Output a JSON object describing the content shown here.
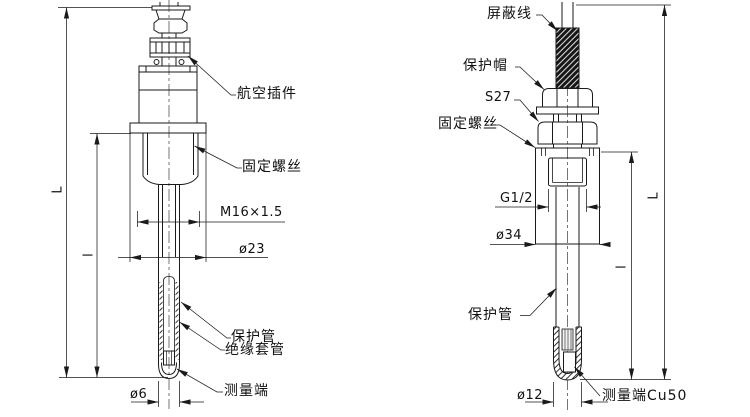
{
  "drawing": {
    "background": "#ffffff",
    "line_color": "#1a1a1a"
  },
  "left_view": {
    "callouts": {
      "aviation_connector": "航空插件",
      "fixing_screw": "固定螺丝",
      "protection_tube": "保护管",
      "insulation_sleeve": "绝缘套管",
      "measuring_end": "测量端"
    },
    "dimensions": {
      "thread": "M16×1.5",
      "body_diameter": "ø23",
      "probe_diameter": "ø6",
      "total_length": "L",
      "insert_length": "l"
    }
  },
  "right_view": {
    "callouts": {
      "shielded_wire": "屏蔽线",
      "protection_cap": "保护帽",
      "wrench_size": "S27",
      "fixing_screw": "固定螺丝",
      "protection_tube": "保护管",
      "measuring_end": "测量端Cu50"
    },
    "dimensions": {
      "thread": "G1/2",
      "body_diameter": "ø34",
      "probe_diameter": "ø12",
      "total_length": "L",
      "insert_length": "l"
    }
  }
}
